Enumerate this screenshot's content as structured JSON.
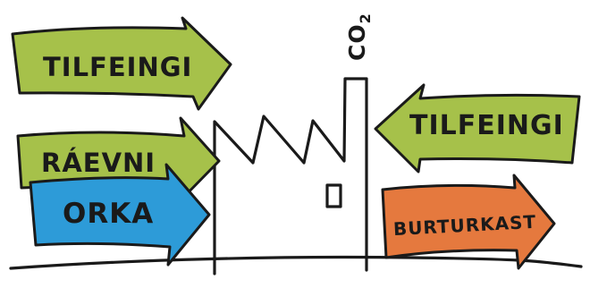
{
  "arrows": {
    "input_top": {
      "label": "TILFEINGI",
      "color": "#a6c14a"
    },
    "raw_material": {
      "label": "RÁEVNI",
      "color": "#a6c14a"
    },
    "energy": {
      "label": "ORKA",
      "color": "#2d9bd8"
    },
    "input_right": {
      "label": "TILFEINGI",
      "color": "#a6c14a"
    },
    "waste": {
      "label": "BURTURKAST",
      "color": "#e5793e"
    }
  },
  "chimney": {
    "emission_label": "CO",
    "emission_subscript": "2"
  },
  "colors": {
    "ink": "#1a1a1a",
    "background": "#ffffff"
  }
}
